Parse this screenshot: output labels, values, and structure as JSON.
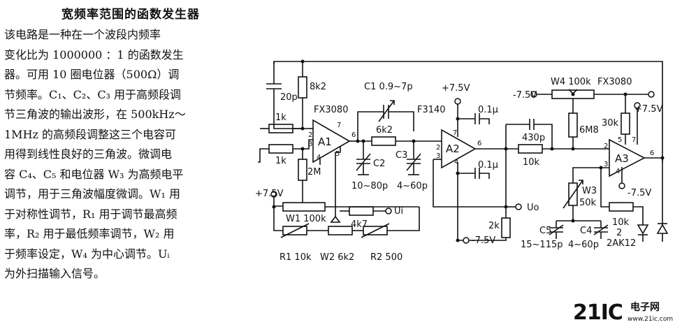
{
  "title": "宽频率范围的函数发生器",
  "description_lines": [
    "该电路是一种在一个波段内频率",
    "变化比为 1000000 ：1 的函数发生",
    "器。可用 10 圈电位器（500Ω）调",
    "节频率。C₁、C₂、C₃ 用于高频段调",
    "节三角波的输出波形，在 500kHz～",
    "1MHz 的高频段调整这三个电容可",
    "用得到线性良好的三角波。微调电",
    "容 C₄、C₅ 和电位器 W₃ 为高频电平",
    "调节，用于三角波幅度微调。W₁ 用",
    "于对称性调节，R₁ 用于调节最高频",
    "率，R₂ 用于最低频率调节，W₂ 用",
    "于频率设定，W₄ 为中心调节。Uᵢ",
    "为外扫描输入信号。"
  ],
  "schematic": {
    "amps": {
      "a1": "A1",
      "a2": "A2",
      "a3": "A3"
    },
    "chips": {
      "fx3080": "FX3080",
      "f3140": "F3140",
      "w4_fx3080": "FX3080"
    },
    "labels": {
      "c20p": "20p",
      "r8k2": "8k2",
      "r1k_top": "1k",
      "r1k_bot": "1k",
      "r2m": "2M",
      "c1": "C1  0.9~7p",
      "vp_a2": "+7.5V",
      "c01u_top": "0.1μ",
      "r6k2": "6k2",
      "c2": "C2",
      "c2_val": "10~80p",
      "c3": "C3",
      "c3_val": "4~60p",
      "c01u_bot": "0.1μ",
      "vp_left": "+7.5V",
      "w1": "W1  100k",
      "r4k7": "4k7",
      "ui": "Ui",
      "r2k": "2k",
      "vm_bot": "-7.5V",
      "r1": "R1  10k",
      "w2": "W2  6k2",
      "r2": "R2  500",
      "c430p": "430p",
      "r10k_mid": "10k",
      "uo": "Uo",
      "vm_w4": "-7.5V",
      "w4": "W4  100k",
      "vp_a3": "+7.5V",
      "r6m8": "6M8",
      "r30k": "30k",
      "w3": "W3",
      "w3_val": "50k",
      "vm_a3": "-7.5V",
      "r10k_right": "10k",
      "diode": "2AK12",
      "d2": "2",
      "c5": "C5",
      "c4": "C4",
      "c5_val": "15~115p",
      "c4_val": "4~60p"
    },
    "pins": {
      "a1_2": "2",
      "a1_3": "3",
      "a1_4": "4",
      "a1_5": "5",
      "a1_6": "6",
      "a1_7": "7",
      "a2_2": "2",
      "a2_3": "3",
      "a2_4": "4",
      "a2_6": "6",
      "a2_7": "7",
      "a3_2": "2",
      "a3_3": "3",
      "a3_4": "4",
      "a3_5": "5",
      "a3_6": "6",
      "a3_7": "7"
    }
  },
  "watermark": {
    "brand": "21IC",
    "cn": "电子网",
    "url": "www.21ic.com"
  }
}
